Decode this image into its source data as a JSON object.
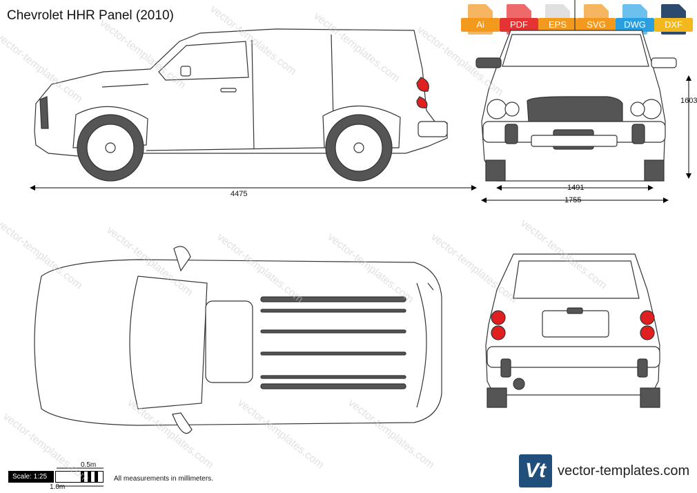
{
  "title": "Chevrolet HHR Panel (2010)",
  "formats": [
    {
      "label": "Ai",
      "color": "#f39a1e"
    },
    {
      "label": "PDF",
      "color": "#e53333"
    },
    {
      "label": "EPS",
      "color": "#f39a1e"
    },
    {
      "label": "SVG",
      "color": "#f39a1e"
    },
    {
      "label": "DWG",
      "color": "#2a9fe0"
    },
    {
      "label": "DXF",
      "color": "#f3b81e"
    }
  ],
  "dimensions": {
    "length": "4475",
    "track": "1491",
    "width": "1755",
    "height": "1603"
  },
  "scale": {
    "label": "Scale: 1:25",
    "half_meter": "0.5m",
    "one_meter": "1.0m"
  },
  "note": "All measurements in millimeters.",
  "brand": {
    "logo": "Vt",
    "name": "vector-templates.com"
  },
  "watermark": "vector-templates.com"
}
